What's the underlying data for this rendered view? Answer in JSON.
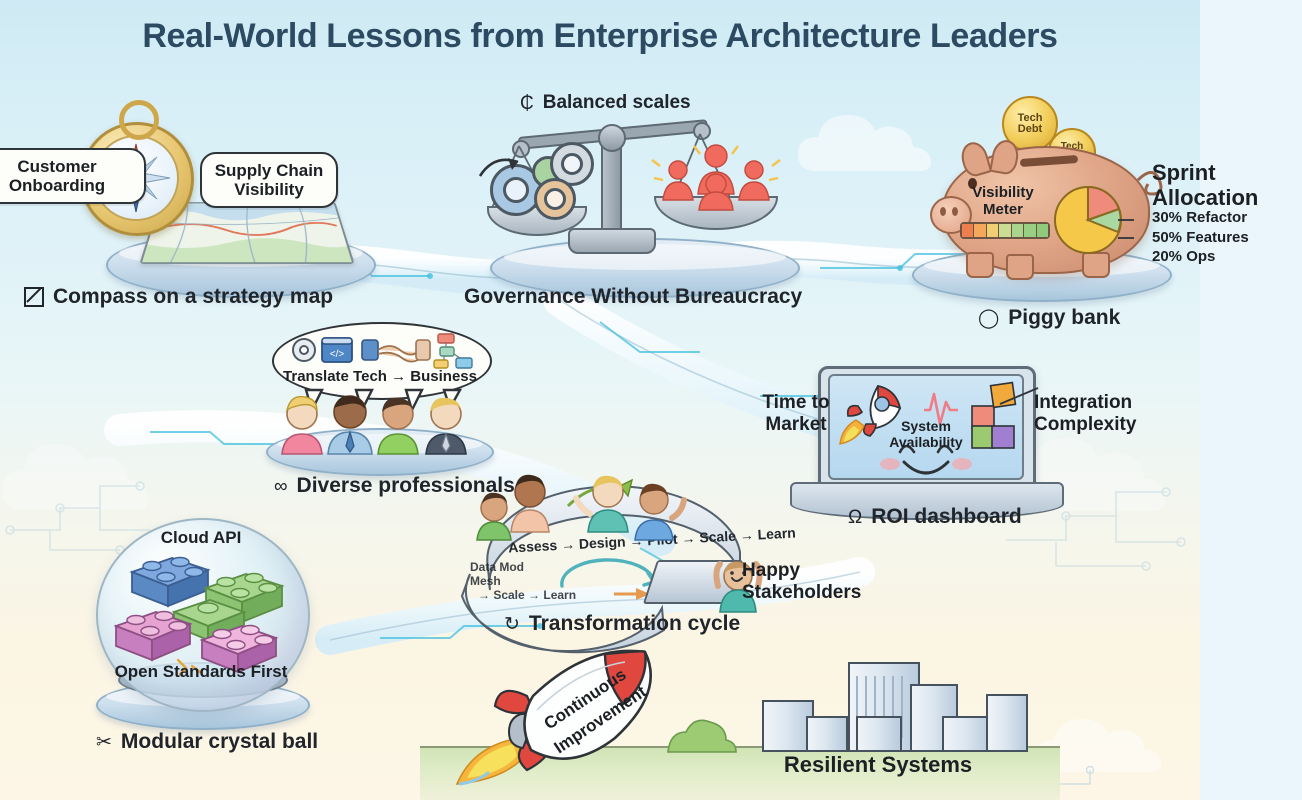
{
  "page": {
    "title": "Real-World Lessons from Enterprise Architecture Leaders",
    "title_color": "#2d4a63",
    "background_top_color": "#cfeaf4",
    "background_bottom_color": "#fdf6e6"
  },
  "scenes": {
    "compass": {
      "caption": "Compass on a strategy map",
      "caption_glyph": "checkbox-tofu",
      "bubbles": [
        {
          "text_line1": "Customer",
          "text_line2": "Onboarding",
          "clipped": true
        },
        {
          "text_line1": "Supply Chain",
          "text_line2": "Visibility",
          "clipped": false
        }
      ]
    },
    "scales": {
      "heading_glyph": "scales-tofu",
      "heading": "Balanced scales",
      "caption": "Governance Without Bureaucracy",
      "left_pan_contents": "gears",
      "right_pan_contents": "people"
    },
    "piggy": {
      "caption": "Piggy bank",
      "caption_glyph": "circle",
      "coins": [
        "Tech Debt",
        "Tech Debt"
      ],
      "meter_label_line1": "Visibility",
      "meter_label_line2": "Meter",
      "allocation_title_line1": "Sprint",
      "allocation_title_line2": "Allocation",
      "allocation_items": [
        "30% Refactor",
        "50% Features",
        "20% Ops"
      ],
      "pie_slices": [
        {
          "label": "Features",
          "percent": 50,
          "color": "#f5c84a"
        },
        {
          "label": "Refactor",
          "percent": 30,
          "color": "#ef8b7a"
        },
        {
          "label": "Ops",
          "percent": 20,
          "color": "#a9d8a3"
        }
      ]
    },
    "professionals": {
      "caption": "Diverse professionals",
      "caption_glyph": "infinity",
      "bubble_text": "Translate Tech → Business",
      "bubble_icons": [
        "gear-icon",
        "code-window-icon",
        "handshake-icon",
        "flowchart-icon"
      ],
      "people_count": 4
    },
    "roi": {
      "caption": "ROI dashboard",
      "caption_glyph": "trophy-tofu",
      "left_label_line1": "Time to",
      "left_label_line2": "Market",
      "screen_center_line1": "System",
      "screen_center_line2": "Availability",
      "right_label_line1": "Integration",
      "right_label_line2": "Complexity",
      "screen_icons": [
        "rocket-icon",
        "heartbeat-icon",
        "puzzle-icon",
        "smiley-face"
      ]
    },
    "cycle": {
      "caption": "Transformation cycle",
      "caption_glyph": "refresh",
      "arc_top_text": "Assess → Design → Pilot → Scale → Learn",
      "arc_bottom_text_line1": "Data Mod",
      "arc_bottom_text_line2": "Mesh",
      "arc_bottom_text_line3": "→ Scale → Learn",
      "side_label_line1": "Happy",
      "side_label_line2": "Stakeholders"
    },
    "crystal_ball": {
      "caption": "Modular crystal ball",
      "caption_glyph": "scissors-tofu",
      "top_label": "Cloud API",
      "bottom_label": "Open Standards First",
      "brick_colors": [
        "#6f9ed8",
        "#8cc97e",
        "#b97fd0",
        "#e6a3d2",
        "#9ed18f"
      ]
    },
    "resilient": {
      "rocket_text_line1": "Continuous",
      "rocket_text_line2": "Improvement",
      "city_label": "Resilient Systems"
    }
  }
}
